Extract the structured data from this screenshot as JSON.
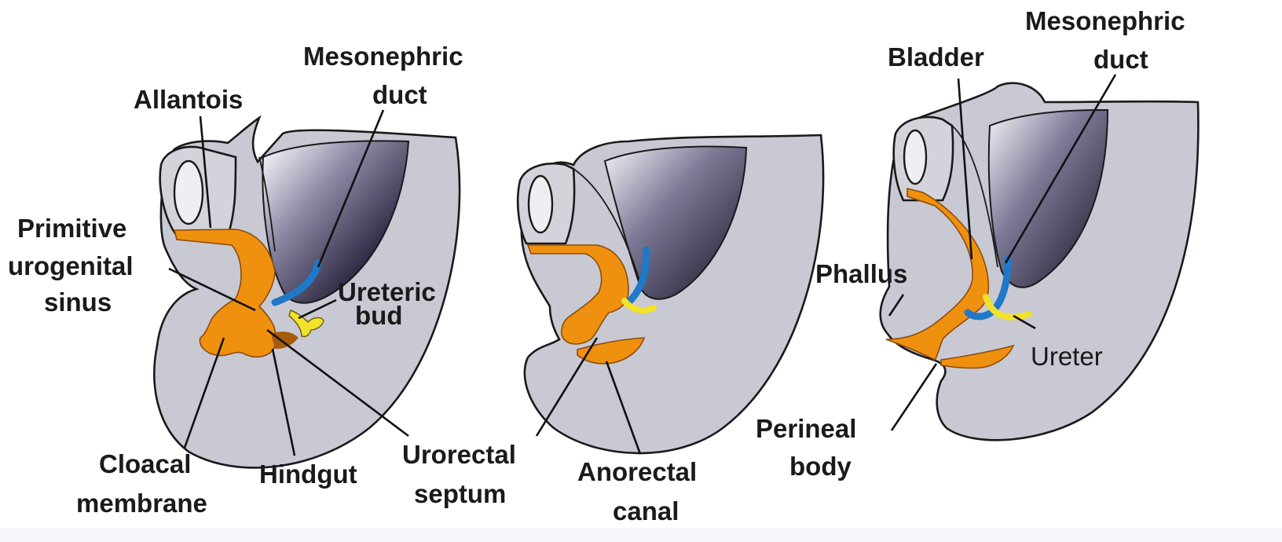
{
  "colors": {
    "tissue": "#c9c9d4",
    "tissue_light": "#d8d8e1",
    "lumen_dark": "#1c1a2e",
    "urogenital": "#f0900f",
    "urogenital_dark": "#a85a0c",
    "mesonephric_duct": "#1f78c8",
    "ureteric_bud": "#f2e22a",
    "outline": "#1a1a1a"
  },
  "stage1": {
    "labels": {
      "allantois": "Allantois",
      "mesonephric_1": "Mesonephric",
      "mesonephric_2": "duct",
      "primitive_1": "Primitive",
      "primitive_2": "urogenital",
      "primitive_3": "sinus",
      "ureteric_1": "Ureteric",
      "ureteric_2": "bud",
      "cloacal_1": "Cloacal",
      "cloacal_2": "membrane",
      "hindgut": "Hindgut",
      "urorectal_1": "Urorectal",
      "urorectal_2": "septum"
    }
  },
  "stage2": {
    "labels": {
      "anorectal_1": "Anorectal",
      "anorectal_2": "canal"
    }
  },
  "stage3": {
    "labels": {
      "bladder": "Bladder",
      "mesonephric_1": "Mesonephric",
      "mesonephric_2": "duct",
      "phallus": "Phallus",
      "ureter": "Ureter",
      "perineal_1": "Perineal",
      "perineal_2": "body"
    }
  }
}
